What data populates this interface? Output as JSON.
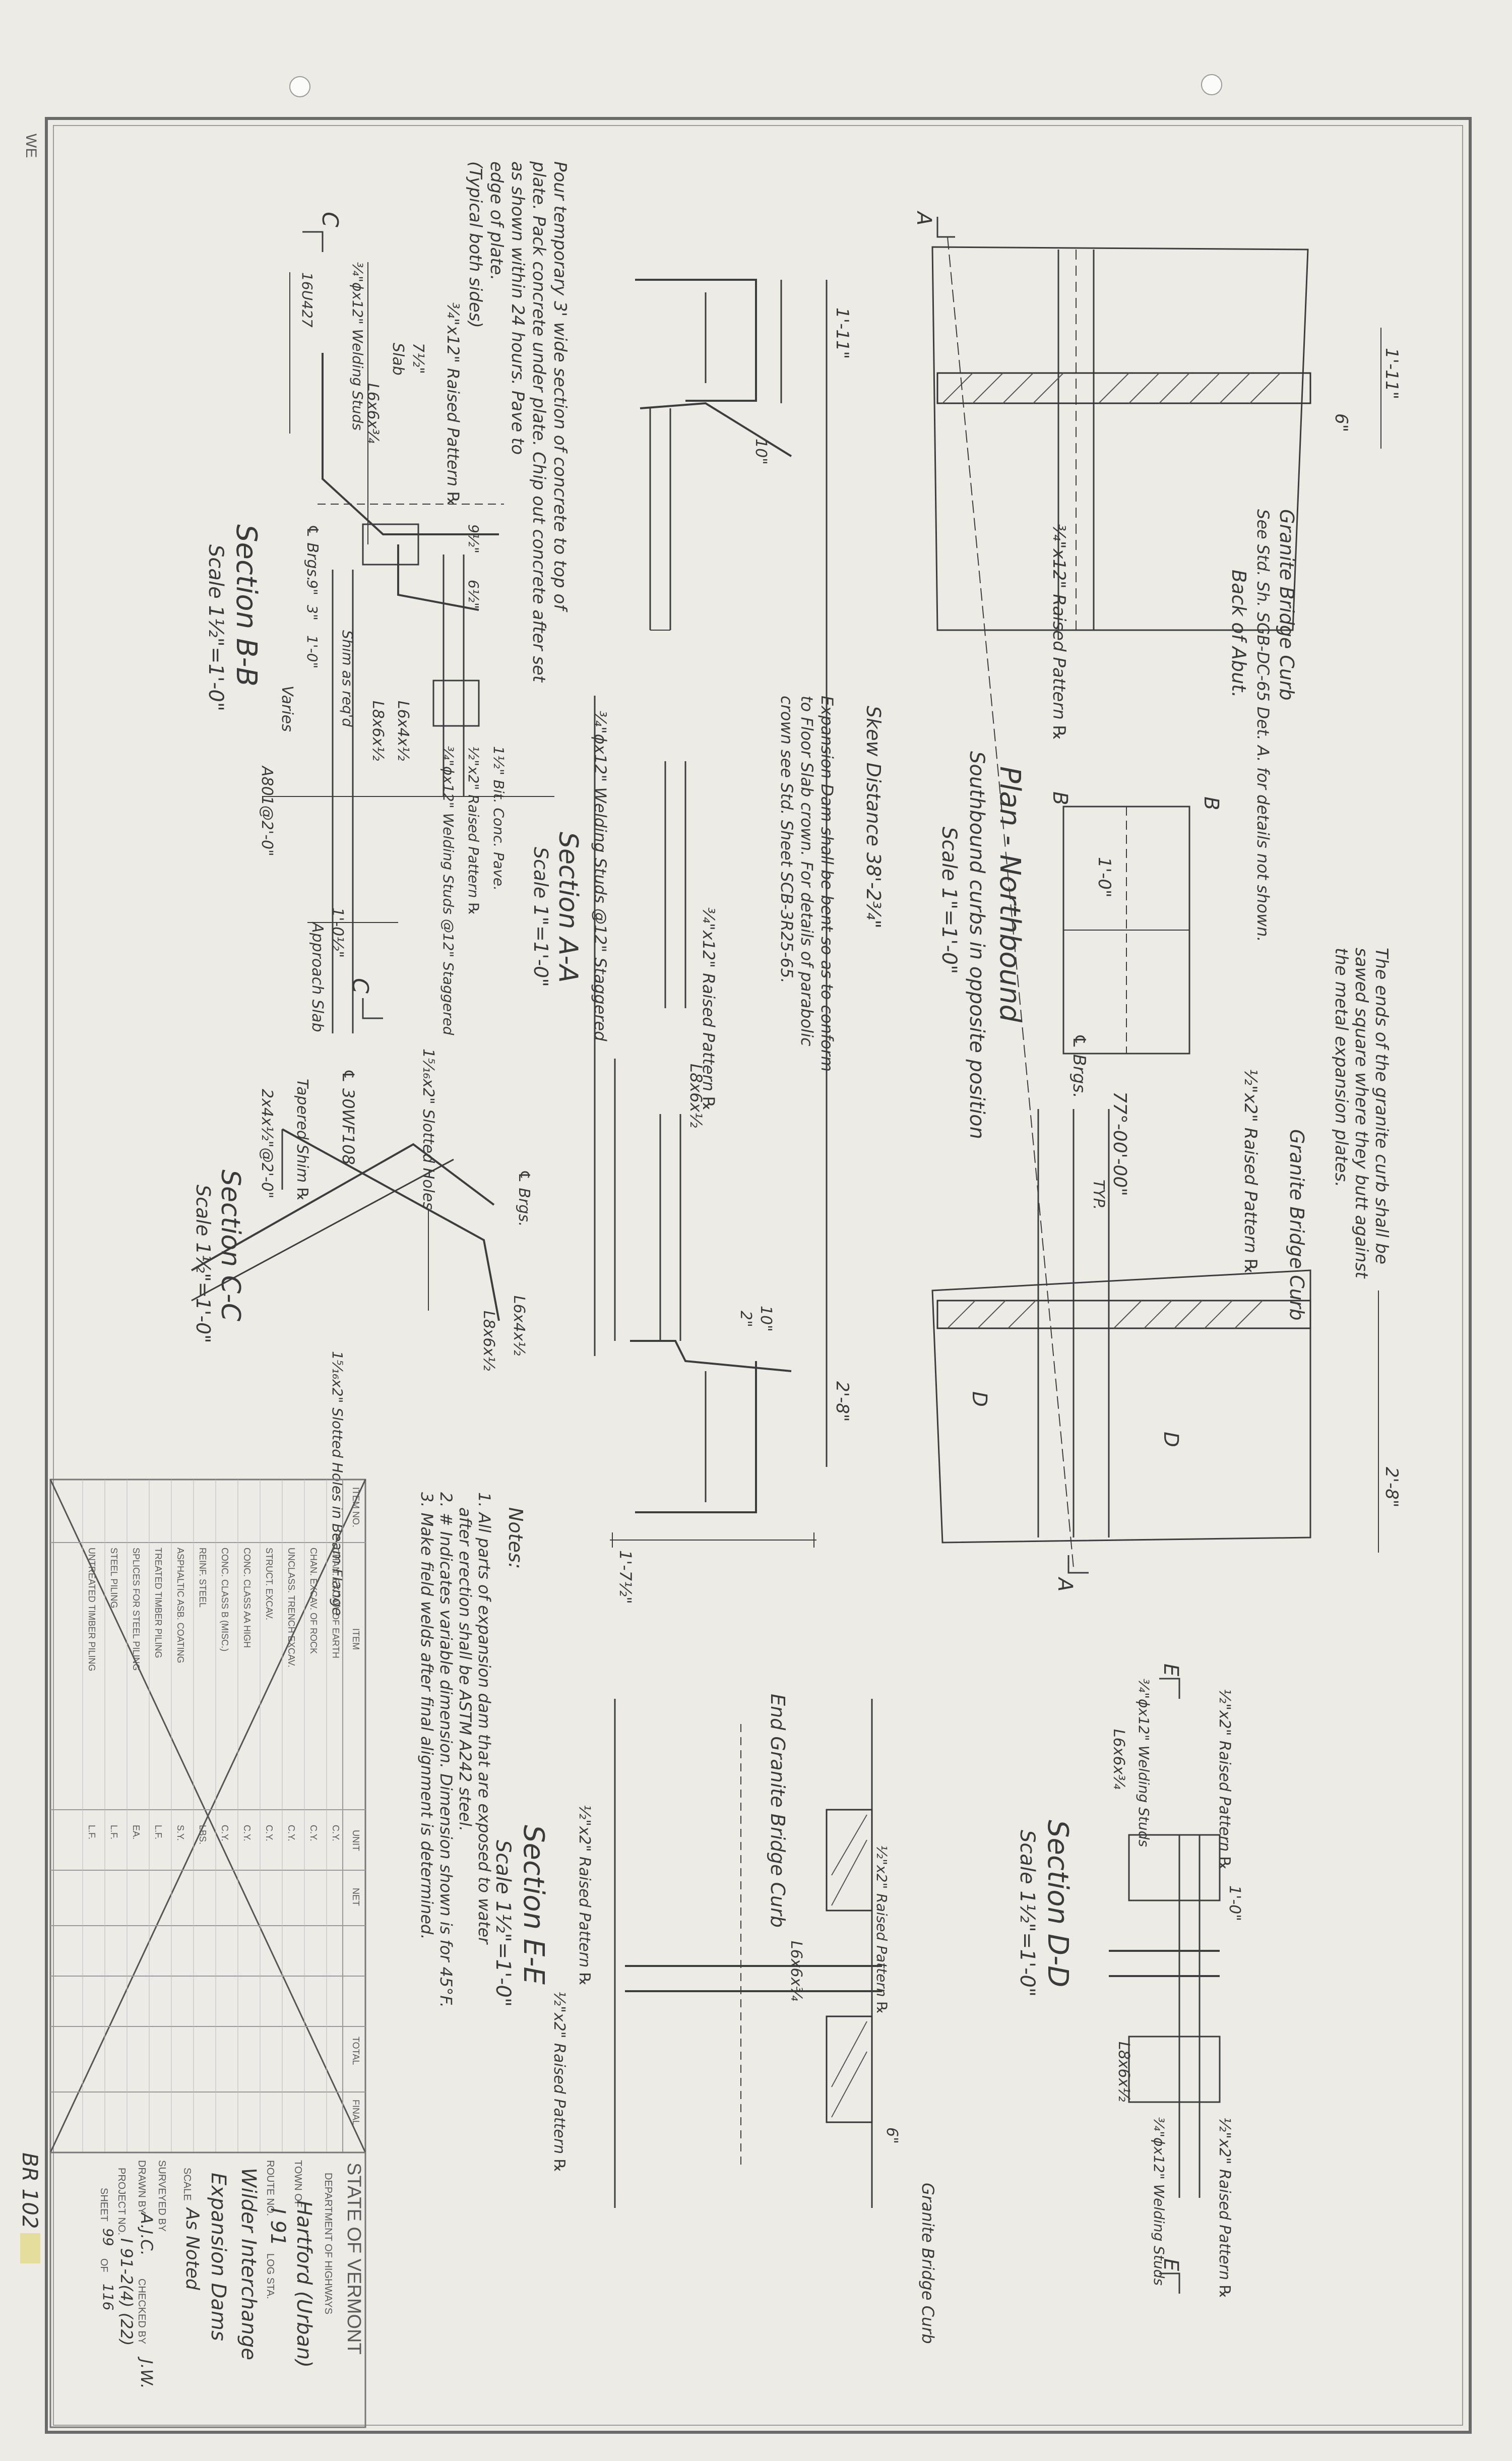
{
  "border_mark": "WE",
  "title_block": {
    "state": "STATE OF VERMONT",
    "department": "DEPARTMENT OF HIGHWAYS",
    "town_label": "TOWN OF",
    "town": "Hartford (Urban)",
    "route_label": "ROUTE NO.",
    "route": "I 91",
    "log_sta_label": "LOG STA.",
    "project_name": "Wilder Interchange",
    "sheet_subject": "Expansion Dams",
    "scale_label": "SCALE",
    "scale": "As Noted",
    "surveyed_label": "SURVEYED BY",
    "drawn_label": "DRAWN BY",
    "drawn_by": "A.J.C.",
    "checked_label": "CHECKED BY",
    "checked_by": "J.W.",
    "project_no_label": "PROJECT NO.",
    "project_no": "I 91-2(4) (22)",
    "sheet_label": "SHEET",
    "sheet": "99",
    "sheet_of_label": "OF",
    "sheet_total": "116",
    "sheet_code": "BR 102"
  },
  "quantity_table": {
    "headers": [
      "ITEM NO.",
      "ITEM",
      "UNIT",
      "NET",
      "TOTAL",
      "FINAL"
    ],
    "rows": [
      [
        "CHAN. EXCAV. OF EARTH",
        "C.Y."
      ],
      [
        "CHAN. EXCAV. OF ROCK",
        "C.Y."
      ],
      [
        "UNCLASS. TRENCH EXCAV.",
        "C.Y."
      ],
      [
        "STRUCT. EXCAV.",
        "C.Y."
      ],
      [
        "CONC. CLASS AA HIGH",
        "C.Y."
      ],
      [
        "CONC. CLASS B (MISC.)",
        "C.Y."
      ],
      [
        "REINF. STEEL",
        "LBS."
      ],
      [
        "ASPHALTIC ASB. COATING",
        "S.Y."
      ],
      [
        "TREATED TIMBER PILING",
        "L.F."
      ],
      [
        "SPLICES FOR STEEL PILING",
        "EA."
      ],
      [
        "STEEL PILING",
        "L.F."
      ],
      [
        "UNTREATED TIMBER PILING",
        "L.F."
      ]
    ]
  },
  "views": {
    "plan_title": "Plan - Northbound",
    "plan_subtitle": "Southbound curbs in opposite position",
    "plan_scale": "Scale 1\"=1'-0\"",
    "section_aa_title": "Section A-A",
    "section_aa_scale": "Scale 1\"=1'-0\"",
    "section_bb_title": "Section B-B",
    "section_bb_scale": "Scale 1½\"=1'-0\"",
    "section_cc_title": "Section C-C",
    "section_cc_scale": "Scale 1½\"=1'-0\"",
    "section_dd_title": "Section D-D",
    "section_dd_scale": "Scale 1½\"=1'-0\"",
    "section_ee_title": "Section E-E",
    "section_ee_scale": "Scale 1½\"=1'-0\""
  },
  "notes": {
    "heading": "Notes:",
    "items": [
      "1. All parts of expansion dam that are exposed to water",
      "after erection shall be ASTM A242 steel.",
      "2. # Indicates variable dimension. Dimension shown is for 45°F.",
      "3. Make field welds after final alignment is determined."
    ]
  },
  "annotations": {
    "pour_note": [
      "Pour temporary 3' wide section of concrete to top of",
      "plate. Pack concrete under plate. Chip out concrete after set",
      "as shown within 24 hours. Pave to",
      "edge of plate.",
      "(Typical both sides)"
    ],
    "curb_note": [
      "The ends of the granite curb shall be",
      "sawed square where they butt against",
      "the metal expansion plates."
    ],
    "expansion_dam_note": [
      "Expansion Dam shall be bent so as to conform",
      "to Floor Slab crown. For details of parabolic",
      "crown see Std. Sheet SCB-3R25-65."
    ],
    "granite_curb_ref": "Granite Bridge Curb",
    "std_sheet_ref": "See Std. Sh. SGB-DC-65 Det. A. for details not shown.",
    "back_of_abut": "Back of Abut.",
    "skew_distance": "Skew Distance 38'-2¾\"",
    "raised_pattern": "¾\"x12\" Raised Pattern ℞",
    "raised_pattern_half": "½\"x2\" Raised Pattern ℞",
    "welding_studs": "¾\"ϕx12\" Welding Studs @12\" Staggered",
    "welding_studs_short": "¾\"ϕx12\" Welding Studs",
    "l_angle_1": "L6x6x¾",
    "l_angle_2": "L8x6x½",
    "l_angle_3": "L6x4x½",
    "beam": "℄ 30WF108",
    "slotted_holes": "1⁵⁄₁₆x2\" Slotted Holes",
    "slotted_holes_beam": "1⁵⁄₁₆x2\" Slotted Holes in Beam Flange",
    "tapered_shim": "Tapered Shim ℞",
    "shim": "Shim as req'd",
    "varies": "Varies",
    "bit_conc": "1½\" Bit. Conc. Pave.",
    "approach_slab": "Approach Slab",
    "slab": "Slab",
    "brgs": "℄ Brgs.",
    "end_curb": "End Granite Bridge Curb",
    "granite_curb": "Granite Bridge Curb",
    "skew_angle": "77°-00'-00\"",
    "typ": "TYP.",
    "anchor": "A801@2'-0\"",
    "bar_1": "16U427",
    "bar_2": "2x4x½\"@2'-0\"",
    "dim_1_11": "1'-11\"",
    "dim_1_0": "1'-0\"",
    "dim_6": "6\"",
    "dim_2_8": "2'-8\"",
    "dim_1_7": "1'-7½\"",
    "dim_10": "10\"",
    "dim_2": "2\"",
    "dim_1_0_half": "1'-0½\"",
    "dim_7": "7½\"",
    "dim_9": "9\"",
    "dim_3": "3\"",
    "dim_9_half": "9½\"",
    "dim_6_half": "6½\"",
    "sec_a": "A",
    "sec_b": "B",
    "sec_c": "C",
    "sec_d": "D",
    "sec_e": "E"
  }
}
